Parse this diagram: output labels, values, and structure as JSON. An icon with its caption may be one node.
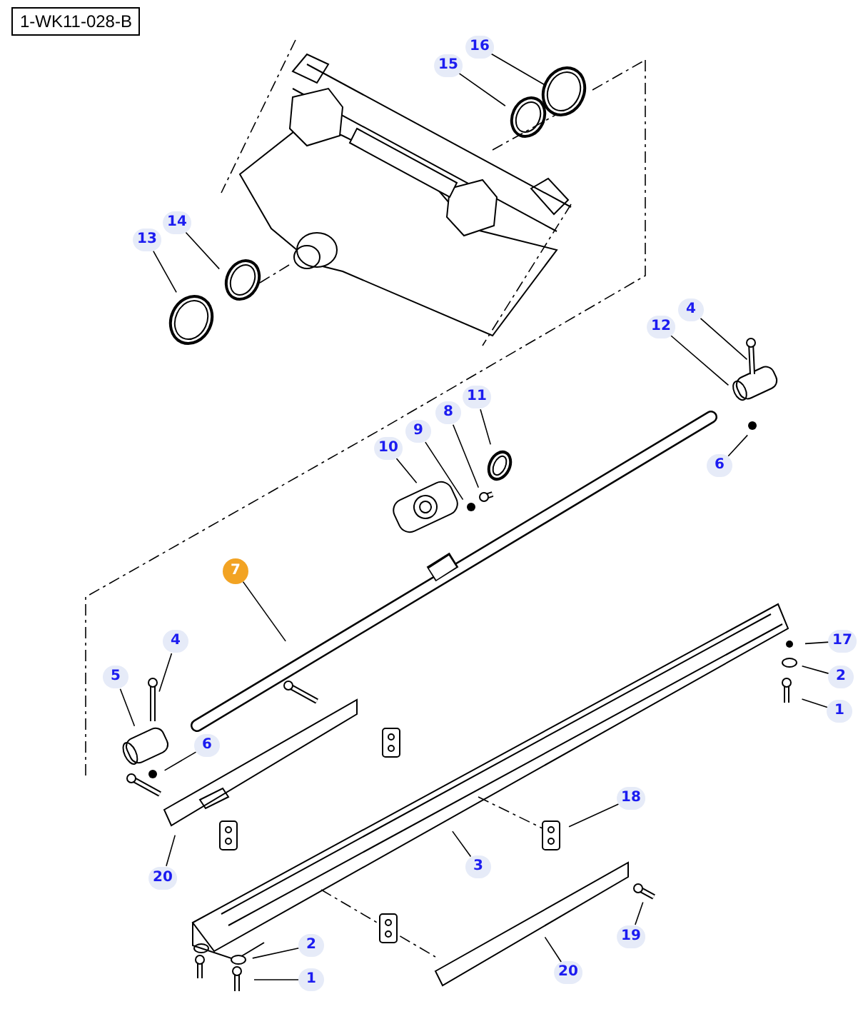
{
  "diagram": {
    "nodes": [
      {
        "text": [
          "1-WK11-028-B"
        ]
      },
      {
        "text": [
          "16"
        ]
      },
      {
        "text": [
          "15"
        ]
      },
      {
        "text": [
          "14"
        ]
      },
      {
        "text": [
          "13"
        ]
      },
      {
        "text": [
          "4"
        ]
      },
      {
        "text": [
          "12"
        ]
      },
      {
        "text": [
          "11"
        ]
      },
      {
        "text": [
          "8"
        ]
      },
      {
        "text": [
          "9"
        ]
      },
      {
        "text": [
          "10"
        ]
      },
      {
        "text": [
          "6"
        ]
      },
      {
        "text": [
          "7"
        ]
      },
      {
        "text": [
          "4"
        ]
      },
      {
        "text": [
          "17"
        ]
      },
      {
        "text": [
          "5"
        ]
      },
      {
        "text": [
          "2"
        ]
      },
      {
        "text": [
          "1"
        ]
      },
      {
        "text": [
          "6"
        ]
      },
      {
        "text": [
          "18"
        ]
      },
      {
        "text": [
          "3"
        ]
      },
      {
        "text": [
          "20"
        ]
      },
      {
        "text": [
          "19"
        ]
      },
      {
        "text": [
          "2"
        ]
      },
      {
        "text": [
          "20"
        ]
      },
      {
        "text": [
          "1"
        ]
      }
    ],
    "edges": [
      {
        "from": 1,
        "to": null,
        "arrow": "none"
      },
      {
        "from": 2,
        "to": null,
        "arrow": "none"
      },
      {
        "from": 3,
        "to": null,
        "arrow": "none"
      },
      {
        "from": 4,
        "to": null,
        "arrow": "none"
      },
      {
        "from": 5,
        "to": null,
        "arrow": "none"
      },
      {
        "from": 6,
        "to": null,
        "arrow": "none"
      },
      {
        "from": 7,
        "to": null,
        "arrow": "none"
      },
      {
        "from": 8,
        "to": null,
        "arrow": "none"
      },
      {
        "from": 9,
        "to": null,
        "arrow": "none"
      },
      {
        "from": 10,
        "to": null,
        "arrow": "none"
      },
      {
        "from": 11,
        "to": null,
        "arrow": "none"
      },
      {
        "from": 12,
        "to": null,
        "arrow": "none"
      },
      {
        "from": 13,
        "to": null,
        "arrow": "none"
      },
      {
        "from": 14,
        "to": null,
        "arrow": "none"
      },
      {
        "from": 15,
        "to": null,
        "arrow": "none"
      },
      {
        "from": 16,
        "to": null,
        "arrow": "none"
      },
      {
        "from": 17,
        "to": null,
        "arrow": "none"
      },
      {
        "from": 18,
        "to": null,
        "arrow": "none"
      },
      {
        "from": 19,
        "to": null,
        "arrow": "none"
      },
      {
        "from": 20,
        "to": null,
        "arrow": "none"
      },
      {
        "from": 21,
        "to": null,
        "arrow": "none"
      },
      {
        "from": 22,
        "to": null,
        "arrow": "none"
      },
      {
        "from": 23,
        "to": null,
        "arrow": "none"
      },
      {
        "from": 24,
        "to": null,
        "arrow": "none"
      },
      {
        "from": 25,
        "to": null,
        "arrow": "none"
      }
    ]
  }
}
